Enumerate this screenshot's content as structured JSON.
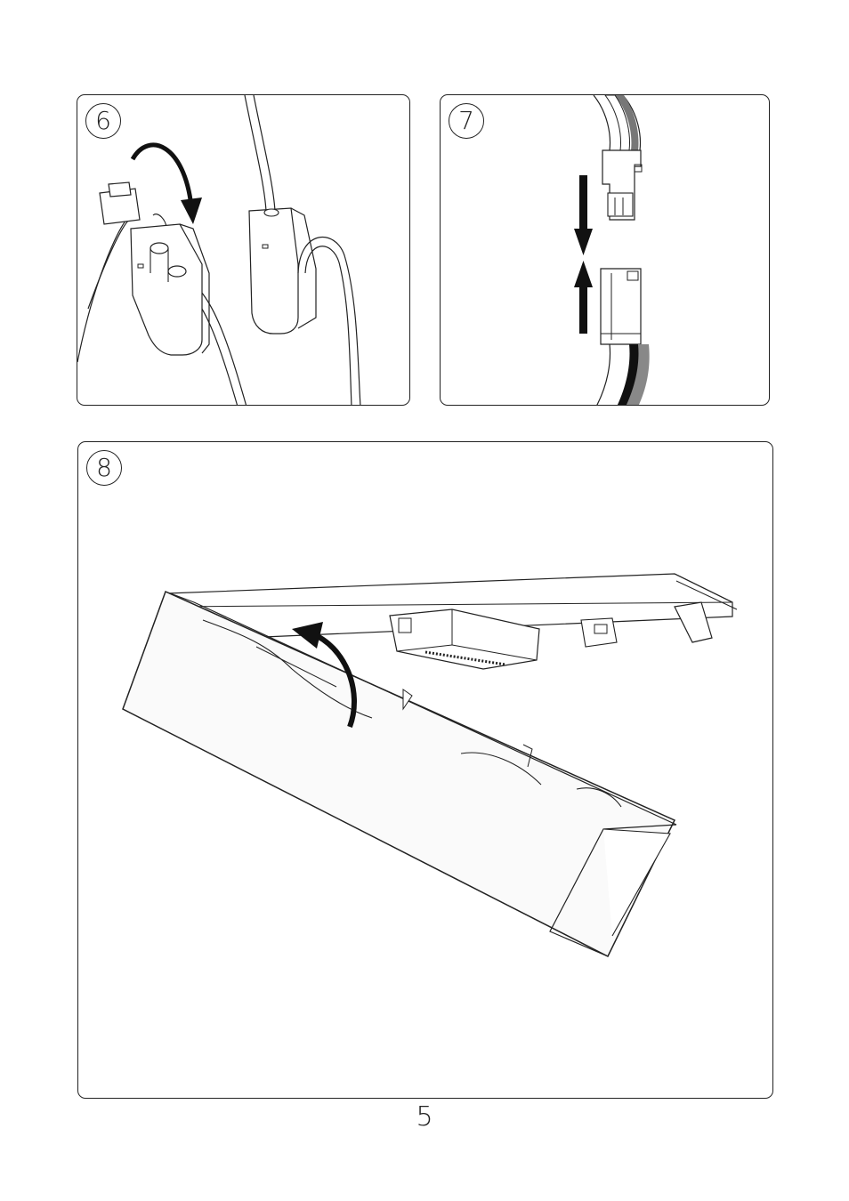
{
  "steps": {
    "step6": {
      "number": "6"
    },
    "step7": {
      "number": "7"
    },
    "step8": {
      "number": "8"
    }
  },
  "page": {
    "number": "5"
  }
}
